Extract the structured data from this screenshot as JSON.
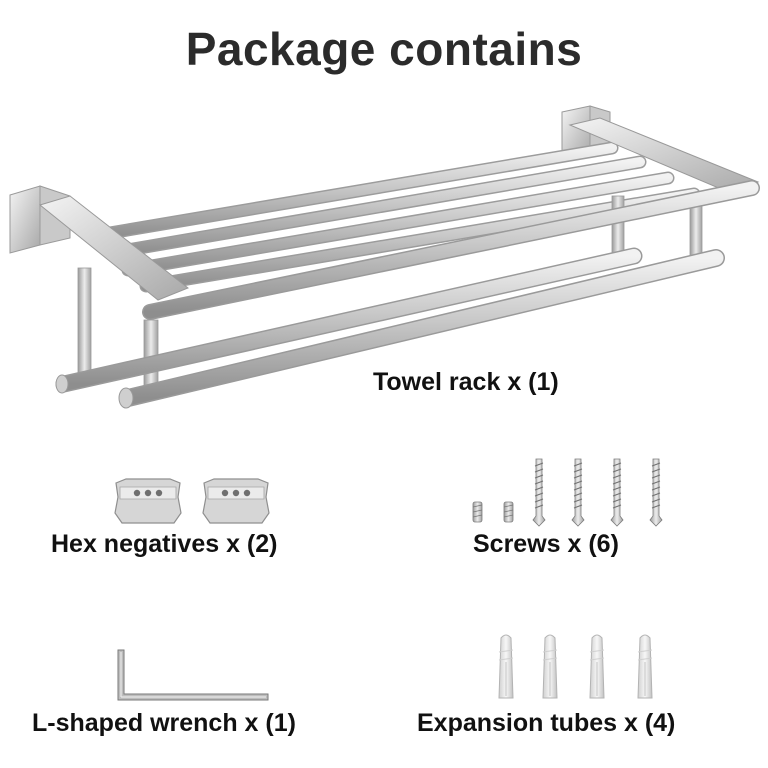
{
  "title": "Package contains",
  "items": [
    {
      "label": "Towel rack x (1)",
      "icon": "towel-rack-icon"
    },
    {
      "label": "Hex negatives x (2)",
      "icon": "hex-bracket-icon"
    },
    {
      "label": "Screws x (6)",
      "icon": "screw-icon"
    },
    {
      "label": "L-shaped wrench x (1)",
      "icon": "l-wrench-icon"
    },
    {
      "label": "Expansion tubes x (4)",
      "icon": "expansion-tube-icon"
    }
  ],
  "colors": {
    "metal_light": "#e6e6e6",
    "metal_mid": "#b9b9b9",
    "metal_dark": "#8a8a8a",
    "text": "#111111",
    "title": "#2b2b2b"
  }
}
